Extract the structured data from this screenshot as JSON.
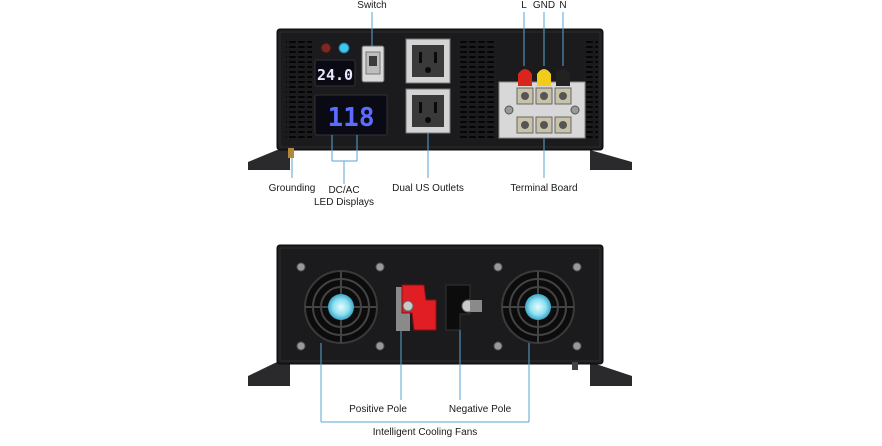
{
  "front_panel": {
    "labels": {
      "switch": "Switch",
      "live": "L",
      "ground_terminal": "GND",
      "neutral": "N",
      "grounding": "Grounding",
      "led_displays_line1": "DC/AC",
      "led_displays_line2": "LED Displays",
      "dual_outlets": "Dual US Outlets",
      "terminal_board": "Terminal Board"
    },
    "dc_display_value": "24.0",
    "ac_display_value": "118"
  },
  "rear_panel": {
    "labels": {
      "positive_pole": "Positive Pole",
      "negative_pole": "Negative Pole",
      "cooling_fans": "Intelligent Cooling Fans"
    }
  },
  "colors": {
    "case": "#1b1b1d",
    "leader_line": "#5aa6d6",
    "display_digits": "#5b6cff",
    "led_red": "#7a2a22",
    "led_blue": "#3fc6f0",
    "terminal_red": "#d9261c",
    "terminal_yellow": "#f2cc1c",
    "terminal_black": "#222222",
    "fan_hub": "#8fe0f0",
    "pole_red": "#e01e24"
  }
}
